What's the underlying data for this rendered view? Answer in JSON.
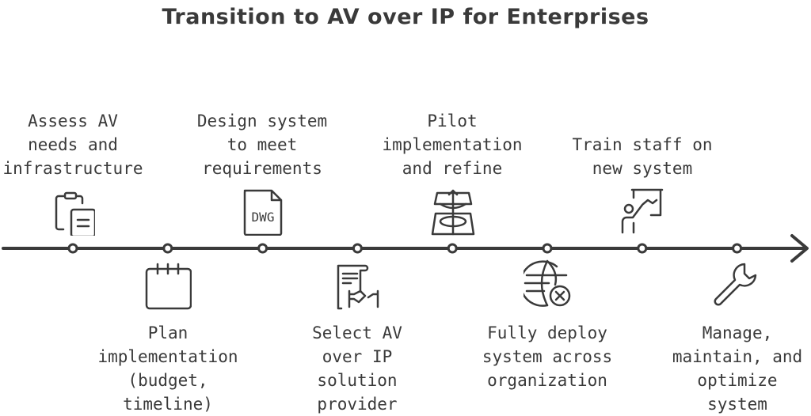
{
  "title": "Transition to AV over IP for Enterprises",
  "colors": {
    "ink": "#3a3a3a",
    "background": "#ffffff"
  },
  "steps": [
    {
      "label": "Assess AV\nneeds and\ninfrastructure",
      "position": "top",
      "icon": "clipboard-icon"
    },
    {
      "label": "Plan\nimplementation\n(budget,\ntimeline)",
      "position": "bottom",
      "icon": "calendar-icon"
    },
    {
      "label": "Design system\nto meet\nrequirements",
      "position": "top",
      "icon": "dwg-file-icon",
      "icon_text": "DWG"
    },
    {
      "label": "Select AV\nover IP\nsolution\nprovider",
      "position": "bottom",
      "icon": "contract-handshake-icon"
    },
    {
      "label": "Pilot\nimplementation\nand refine",
      "position": "top",
      "icon": "map-pin-icon"
    },
    {
      "label": "Fully deploy\nsystem across\norganization",
      "position": "bottom",
      "icon": "globe-x-icon"
    },
    {
      "label": "Train staff on\nnew system",
      "position": "top",
      "icon": "presenter-board-icon"
    },
    {
      "label": "Manage,\nmaintain, and\noptimize\nsystem",
      "position": "bottom",
      "icon": "wrench-icon"
    }
  ]
}
